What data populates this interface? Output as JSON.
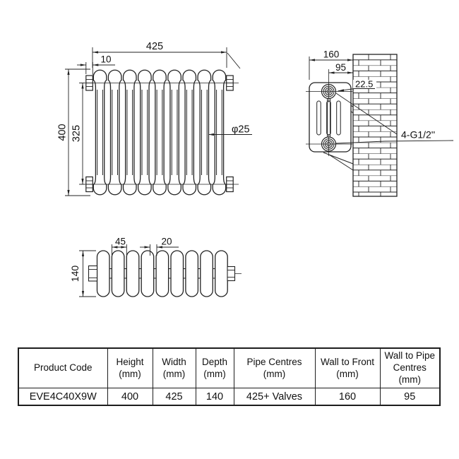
{
  "front_view": {
    "width": "425",
    "end_offset": "10",
    "height": "400",
    "tapping_centres": "325",
    "column_diameter": "φ25"
  },
  "side_view": {
    "wall_to_front": "160",
    "wall_to_pipe_centre": "95",
    "bracket_offset": "22.5",
    "connections": "4-G1/2''"
  },
  "top_view": {
    "section_pitch": "45",
    "column_width": "20",
    "depth": "140"
  },
  "spec_table": {
    "headers": [
      "Product Code",
      "Height (mm)",
      "Width (mm)",
      "Depth (mm)",
      "Pipe Centres (mm)",
      "Wall to Front (mm)",
      "Wall to Pipe Centres (mm)"
    ],
    "rows": [
      [
        "EVE4C40X9W",
        "400",
        "425",
        "140",
        "425+ Valves",
        "160",
        "95"
      ]
    ]
  },
  "colors": {
    "line": "#222222",
    "text": "#111111",
    "background": "#ffffff"
  }
}
